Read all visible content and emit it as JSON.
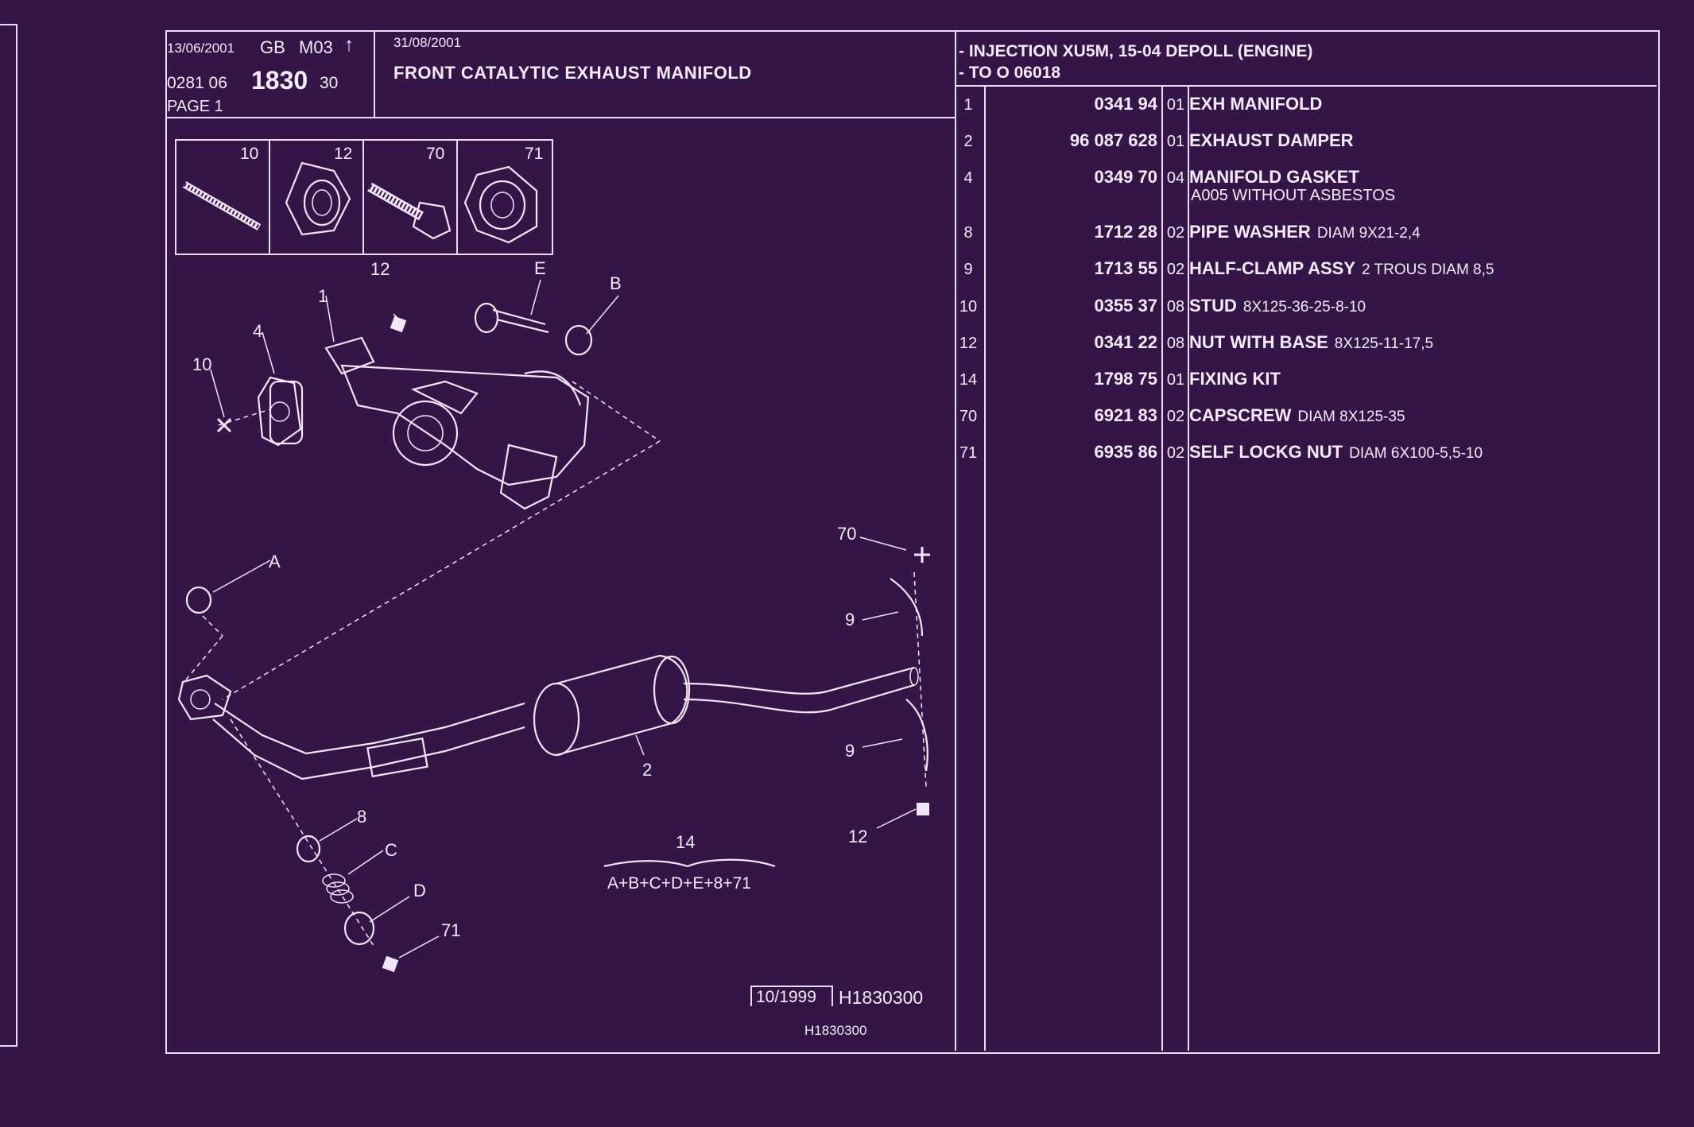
{
  "header": {
    "print_date": "13/06/2001",
    "lang": "GB",
    "catalog": "M03",
    "arrow": "↑",
    "ref_prefix": "0281  06",
    "ref_main": "1830",
    "ref_suffix": "30",
    "page_label": "PAGE  1",
    "revision_date": "31/08/2001",
    "title": "FRONT CATALYTIC EXHAUST MANIFOLD",
    "applicability_1": "- INJECTION XU5M, 15-04 DEPOLL (ENGINE)",
    "applicability_2": "- TO  O  06018"
  },
  "fastener_boxes": [
    "10",
    "12",
    "70",
    "71"
  ],
  "callouts": [
    "12",
    "1",
    "E",
    "B",
    "4",
    "10",
    "A",
    "70",
    "9",
    "9",
    "2",
    "8",
    "C",
    "D",
    "71",
    "14",
    "12"
  ],
  "kit_formula": "A+B+C+D+E+8+71",
  "footer": {
    "stamp_date": "10/1999",
    "drawing_ref": "H1830300",
    "drawing_ref_small": "H1830300"
  },
  "parts": [
    {
      "ref": "1",
      "part": "0341 94",
      "qty": "01",
      "name": "EXH MANIFOLD",
      "extra": ""
    },
    {
      "ref": "2",
      "part": "96 087 628",
      "qty": "01",
      "name": "EXHAUST DAMPER",
      "extra": ""
    },
    {
      "ref": "4",
      "part": "0349 70",
      "qty": "04",
      "name": "MANIFOLD GASKET",
      "extra": "",
      "subline": "A005 WITHOUT ASBESTOS"
    },
    {
      "ref": "8",
      "part": "1712 28",
      "qty": "02",
      "name": "PIPE WASHER",
      "extra": "DIAM 9X21-2,4"
    },
    {
      "ref": "9",
      "part": "1713 55",
      "qty": "02",
      "name": "HALF-CLAMP ASSY",
      "extra": "2 TROUS DIAM 8,5"
    },
    {
      "ref": "10",
      "part": "0355 37",
      "qty": "08",
      "name": "STUD",
      "extra": "8X125-36-25-8-10"
    },
    {
      "ref": "12",
      "part": "0341 22",
      "qty": "08",
      "name": "NUT WITH BASE",
      "extra": "8X125-11-17,5"
    },
    {
      "ref": "14",
      "part": "1798 75",
      "qty": "01",
      "name": "FIXING KIT",
      "extra": ""
    },
    {
      "ref": "70",
      "part": "6921 83",
      "qty": "02",
      "name": "CAPSCREW",
      "extra": "DIAM 8X125-35"
    },
    {
      "ref": "71",
      "part": "6935 86",
      "qty": "02",
      "name": "SELF LOCKG NUT",
      "extra": "DIAM 6X100-5,5-10"
    }
  ],
  "colors": {
    "background": "#351447",
    "ink": "#f4ecfa"
  }
}
